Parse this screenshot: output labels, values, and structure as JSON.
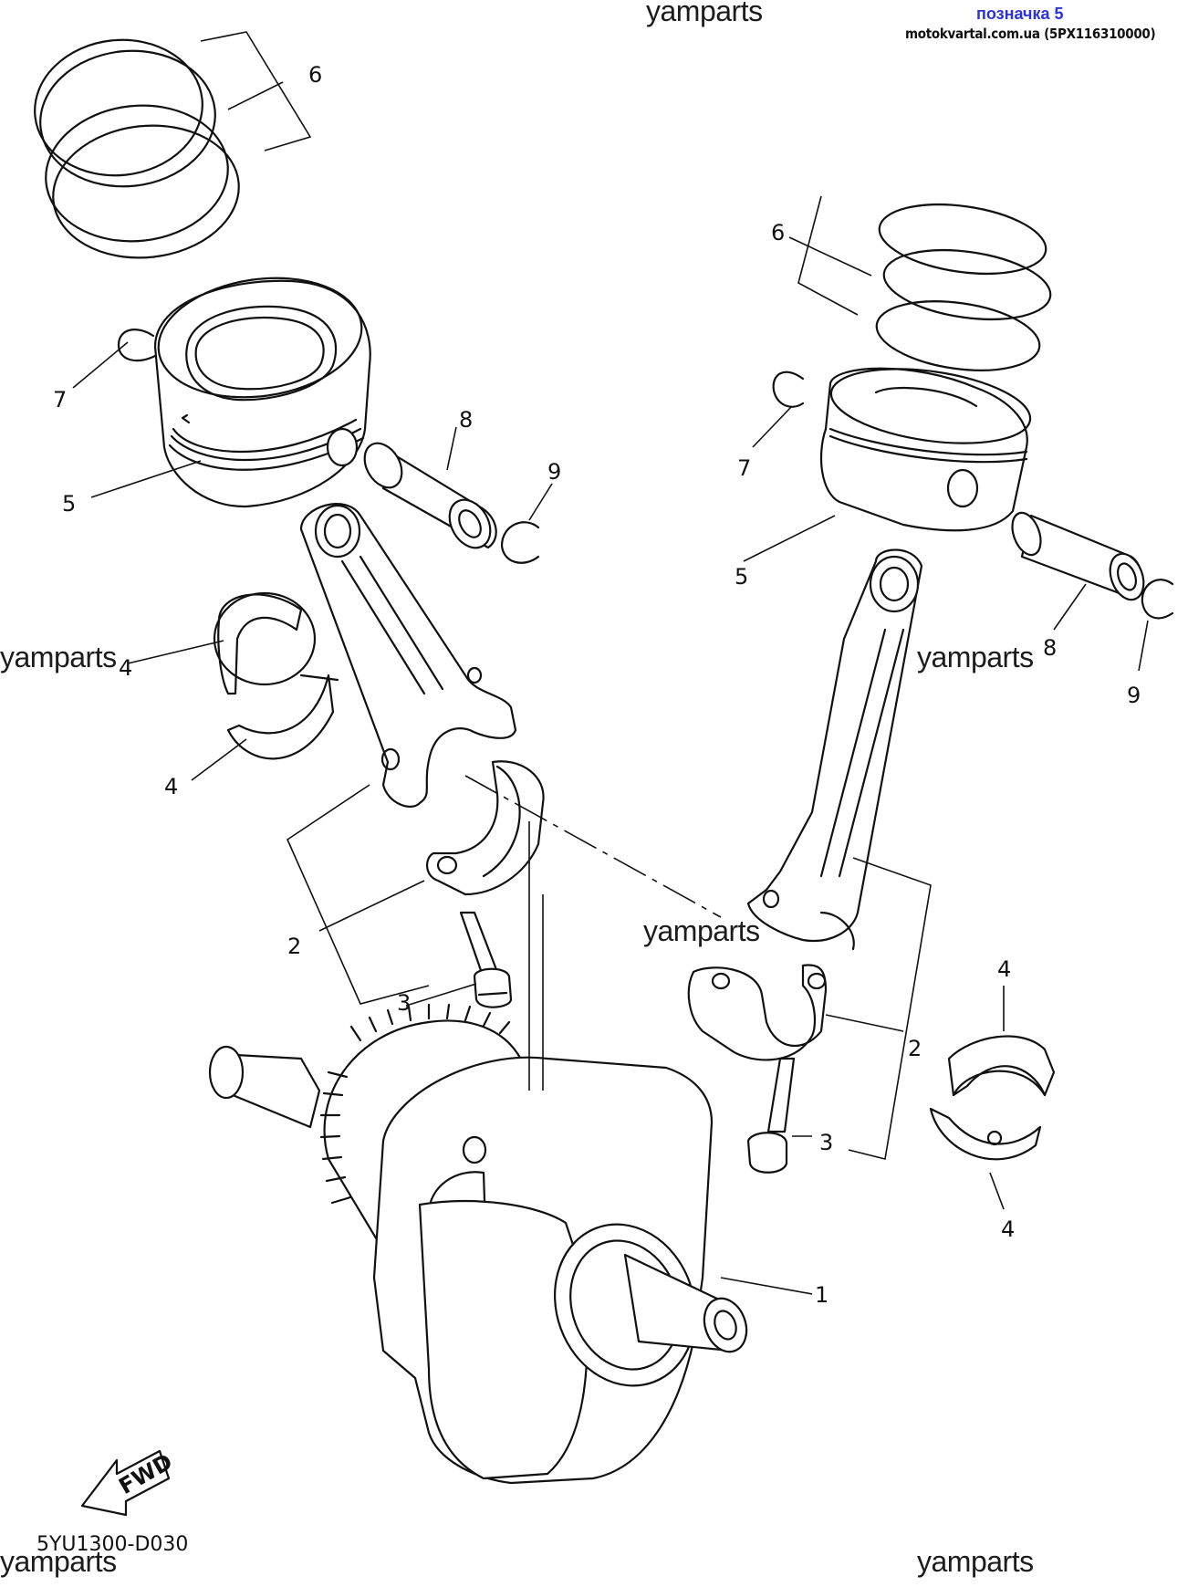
{
  "header": {
    "brand_watermark": "yamparts",
    "tag_title": "позначка 5",
    "tag_ref": "motokvartal.com.ua (5PX116310000)"
  },
  "watermarks": [
    "yamparts",
    "yamparts",
    "yamparts",
    "yamparts",
    "yamparts"
  ],
  "callouts": {
    "c1": "1",
    "c2a": "2",
    "c2b": "2",
    "c3a": "3",
    "c3b": "3",
    "c4a": "4",
    "c4b": "4",
    "c4c": "4",
    "c4d": "4",
    "c5a": "5",
    "c5b": "5",
    "c6a": "6",
    "c6b": "6",
    "c7a": "7",
    "c7b": "7",
    "c8a": "8",
    "c8b": "8",
    "c9a": "9",
    "c9b": "9"
  },
  "fwd_label": "FWD",
  "diagram_code": "5YU1300-D030"
}
